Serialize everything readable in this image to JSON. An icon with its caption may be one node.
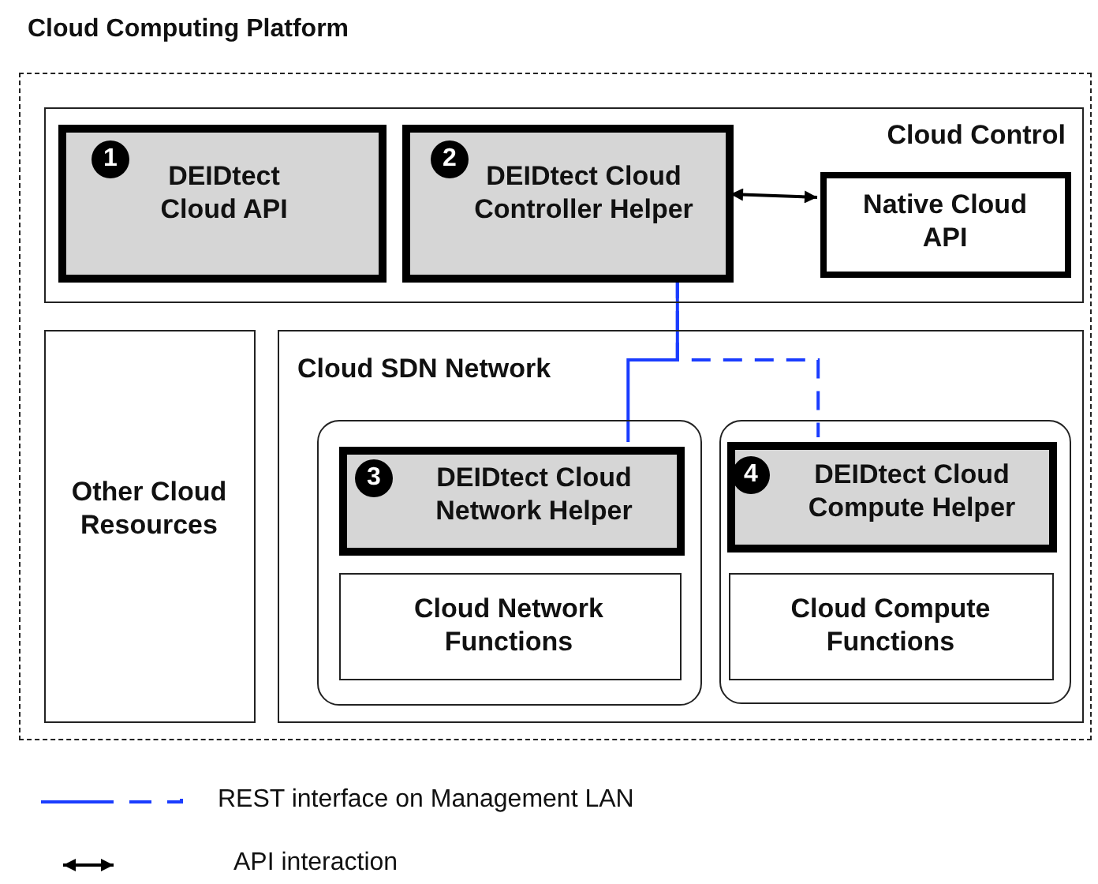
{
  "diagram": {
    "nodes": [
      {
        "text": [
          "Cloud Computing Platform"
        ]
      },
      {
        "text": [
          "Cloud Control"
        ],
        "in": 0
      },
      {
        "text": [
          "1",
          "DEIDtect Cloud API"
        ],
        "in": 1
      },
      {
        "text": [
          "2",
          "DEIDtect Cloud Controller Helper"
        ],
        "in": 1
      },
      {
        "text": [
          "Native Cloud API"
        ],
        "in": 1
      },
      {
        "text": [
          "Other Cloud Resources"
        ],
        "in": 0
      },
      {
        "text": [
          "Cloud SDN Network"
        ],
        "in": 0
      },
      {
        "text": [],
        "shape": "box",
        "in": 6
      },
      {
        "text": [
          "3",
          "DEIDtect Cloud Network Helper"
        ],
        "in": 7
      },
      {
        "text": [
          "Cloud Network Functions"
        ],
        "in": 7
      },
      {
        "text": [],
        "shape": "box",
        "in": 6
      },
      {
        "text": [
          "4",
          "DEIDtect Cloud Compute Helper"
        ],
        "in": 10
      },
      {
        "text": [
          "Cloud Compute Functions"
        ],
        "in": 10
      }
    ],
    "edges": [
      {
        "from": 3,
        "to": 4,
        "arrow": "both",
        "color": "#000000"
      },
      {
        "from": 3,
        "to": 8,
        "arrow": "none",
        "color": "#1a3cff"
      },
      {
        "from": 3,
        "to": 11,
        "arrow": "none",
        "style": "dashed",
        "color": "#1a3cff"
      }
    ],
    "legend": [
      {
        "text": "REST interface on Management LAN"
      },
      {
        "text": "API interaction"
      }
    ]
  }
}
